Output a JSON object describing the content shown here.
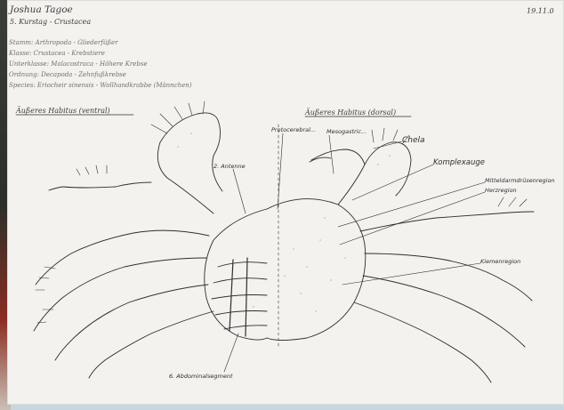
{
  "page": {
    "author": "Joshua Tagoe",
    "course": "5. Kurstag - Crustacea",
    "date": "19.11.0",
    "taxonomy": [
      "Stamm: Arthropoda - Gliederfüßer",
      "Klasse: Crustacea - Krebstiere",
      "Unterklasse: Malacostraca - Höhere Krebse",
      "Ordnung: Decapoda - Zehnfußkrebse",
      "Species: Eriocheir sinensis - Wollhandkrabbe (Männchen)"
    ],
    "section_ventral": "Äußeres Habitus (ventral)",
    "section_dorsal": "Äußeres Habitus (dorsal)"
  },
  "labels": {
    "protocerebral": "Protocerebral...",
    "mesogastric": "Mesogastric...",
    "chela": "Chela",
    "antenna2": "2. Antenne",
    "eye": "Komplexauge",
    "midgut": "Mitteldarmdrüsenregion",
    "heart": "Herzregion",
    "gill": "Kiemenregion",
    "abdomen": "6. Abdominalsegment"
  },
  "colors": {
    "background": "#c7d7df",
    "paper": "#f3f2ef",
    "ink": "#3b3b3b"
  }
}
